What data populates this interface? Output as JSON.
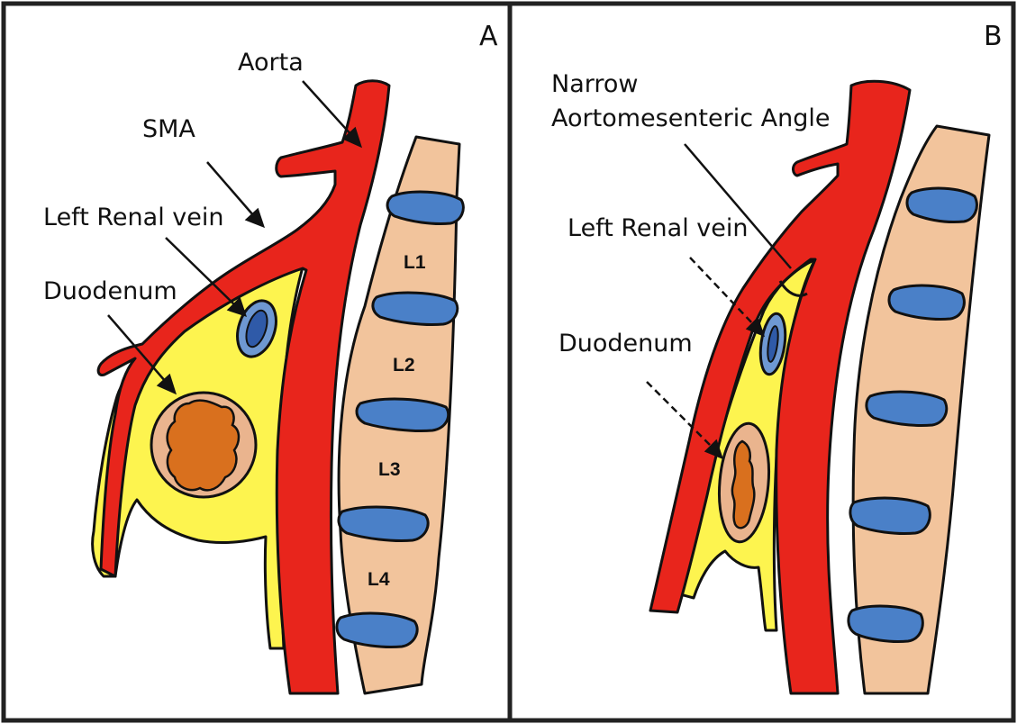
{
  "figure": {
    "panel_a": {
      "letter": "A",
      "labels": {
        "aorta": "Aorta",
        "sma": "SMA",
        "left_renal_vein": "Left Renal vein",
        "duodenum": "Duodenum"
      },
      "vertebrae": [
        "L1",
        "L2",
        "L3",
        "L4"
      ]
    },
    "panel_b": {
      "letter": "B",
      "labels": {
        "angle_line1": "Narrow",
        "angle_line2": "Aortomesenteric Angle",
        "left_renal_vein": "Left Renal vein",
        "duodenum": "Duodenum"
      }
    },
    "colors": {
      "artery": "#e8251c",
      "duodenum": "#fdf44f",
      "bone": "#f2c49c",
      "disc": "#4a80c8",
      "vein": "#2f5aa8",
      "duodenum_wall": "#eab48e",
      "duodenum_lumen": "#d9701e",
      "outline": "#111111"
    }
  }
}
